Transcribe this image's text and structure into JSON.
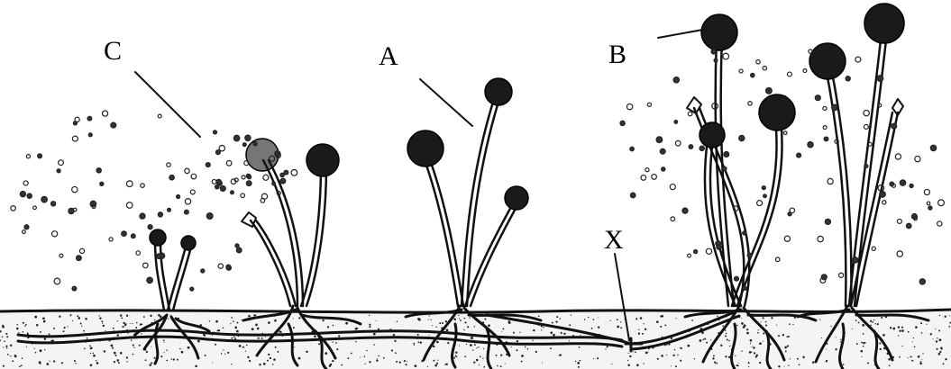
{
  "labels": {
    "a": "A",
    "b": "B",
    "c": "C",
    "x": "X"
  }
}
